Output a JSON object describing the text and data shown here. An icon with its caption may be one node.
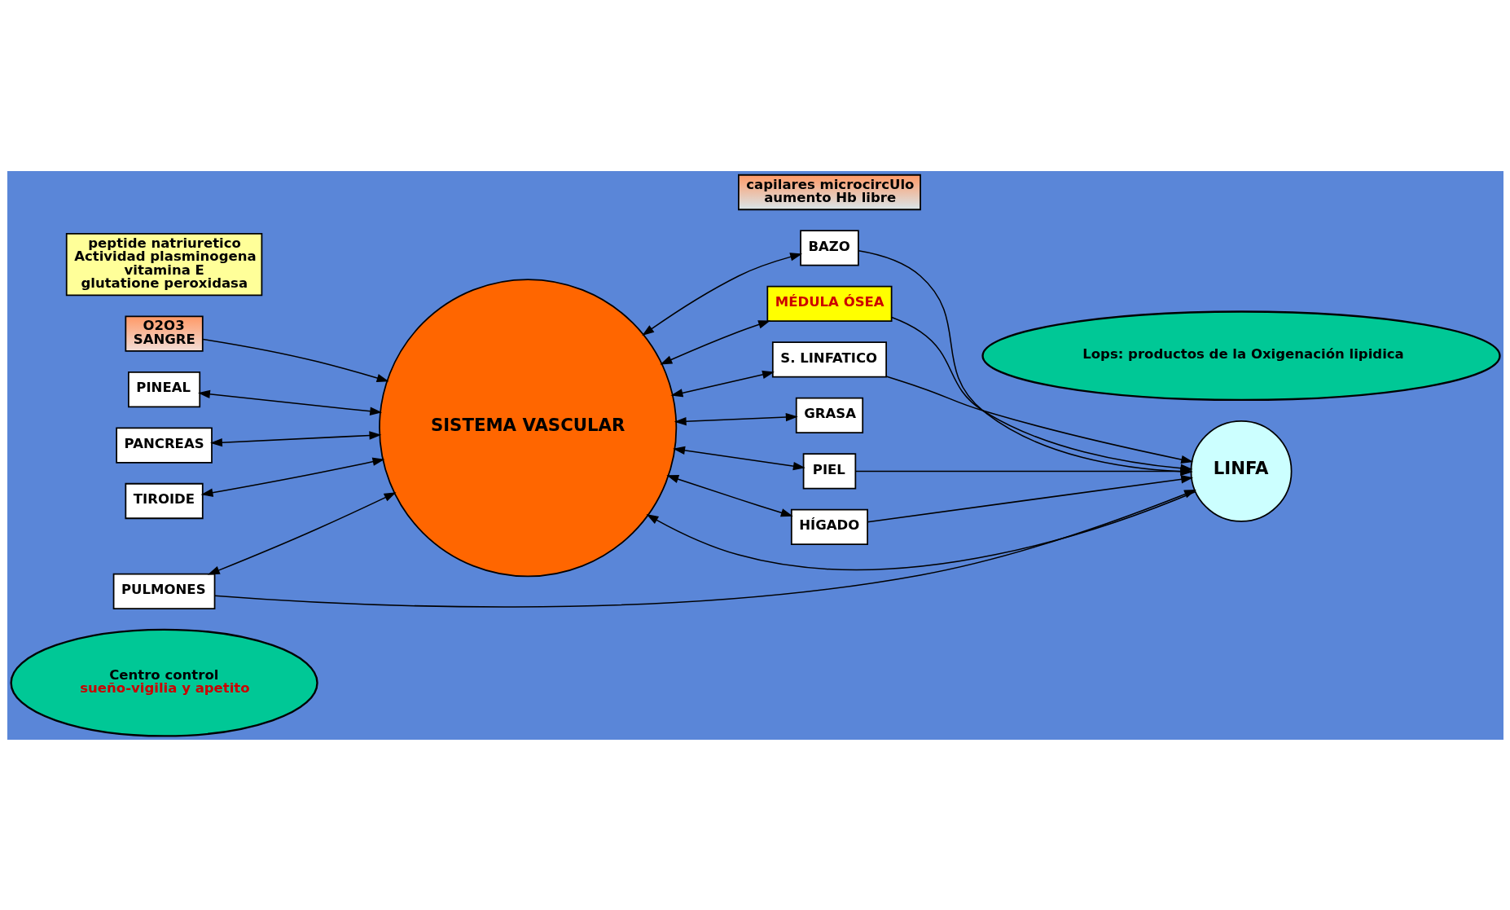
{
  "diagram": {
    "nodes": [
      {
        "text": [
          "Centro control",
          "sueño-vigilia y apetito"
        ]
      },
      {
        "text": [
          "O2O3",
          "SANGRE"
        ]
      },
      {
        "text": [
          "capilares microcircUlo",
          "aumento Hb libre"
        ]
      },
      {
        "text": [
          "BAZO"
        ]
      },
      {
        "text": [
          "MÉDULA ÓSEA"
        ]
      },
      {
        "text": [
          "PINEAL"
        ]
      },
      {
        "text": [
          "S. LINFATICO"
        ]
      },
      {
        "text": [
          "PANCREAS"
        ]
      },
      {
        "text": [
          "SISTEMA VASCULAR"
        ]
      },
      {
        "text": [
          "GRASA"
        ]
      },
      {
        "text": [
          "TIROIDE"
        ]
      },
      {
        "text": [
          "LINFA"
        ]
      },
      {
        "text": [
          "PULMONES"
        ]
      },
      {
        "text": [
          "PIEL"
        ]
      },
      {
        "text": [
          "HÍGADO"
        ]
      },
      {
        "text": [
          "peptide natriuretico",
          "Actividad plasminogena",
          "vitamina E",
          "glutatione peroxidasa"
        ]
      },
      {
        "text": [
          "Lops: productos de la Oxigenación lipidica"
        ]
      }
    ],
    "edges": [
      {
        "from": 1,
        "to": 8,
        "arrow": "to"
      },
      {
        "from": 5,
        "to": 8,
        "arrow": "both"
      },
      {
        "from": 7,
        "to": 8,
        "arrow": "both"
      },
      {
        "from": 10,
        "to": 8,
        "arrow": "both"
      },
      {
        "from": 12,
        "to": 8,
        "arrow": "both"
      },
      {
        "from": 8,
        "to": 3,
        "arrow": "both"
      },
      {
        "from": 8,
        "to": 4,
        "arrow": "both"
      },
      {
        "from": 8,
        "to": 6,
        "arrow": "both"
      },
      {
        "from": 8,
        "to": 9,
        "arrow": "both"
      },
      {
        "from": 8,
        "to": 14,
        "arrow": "both"
      },
      {
        "from": 8,
        "to": 13,
        "arrow": "both"
      },
      {
        "from": 11,
        "to": 8,
        "arrow": "to"
      },
      {
        "from": 3,
        "to": 11,
        "arrow": "to"
      },
      {
        "from": 4,
        "to": 11,
        "arrow": "to"
      },
      {
        "from": 6,
        "to": 11,
        "arrow": "to"
      },
      {
        "from": 12,
        "to": 11,
        "arrow": "to"
      },
      {
        "from": 14,
        "to": 11,
        "arrow": "to"
      },
      {
        "from": 13,
        "to": 11,
        "arrow": "to"
      }
    ]
  }
}
